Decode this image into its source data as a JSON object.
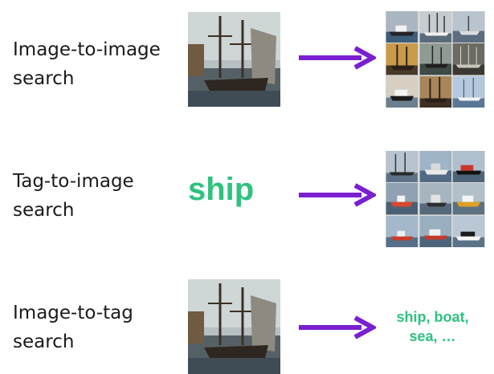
{
  "rows": [
    {
      "label_line1": "Image-to-image",
      "label_line2": "search"
    },
    {
      "label_line1": "Tag-to-image",
      "label_line2": "search"
    },
    {
      "label_line1": "Image-to-tag",
      "label_line2": "search"
    }
  ],
  "query_tag": "ship",
  "result_tags_line1": "ship, boat,",
  "result_tags_line2": "sea, …",
  "colors": {
    "arrow": "#7a1fd1",
    "tag_text": "#2ec27e",
    "label_text": "#1a1a1a"
  },
  "icons": [
    "ship-photo",
    "ship-thumbnail-grid",
    "right-arrow-icon"
  ]
}
